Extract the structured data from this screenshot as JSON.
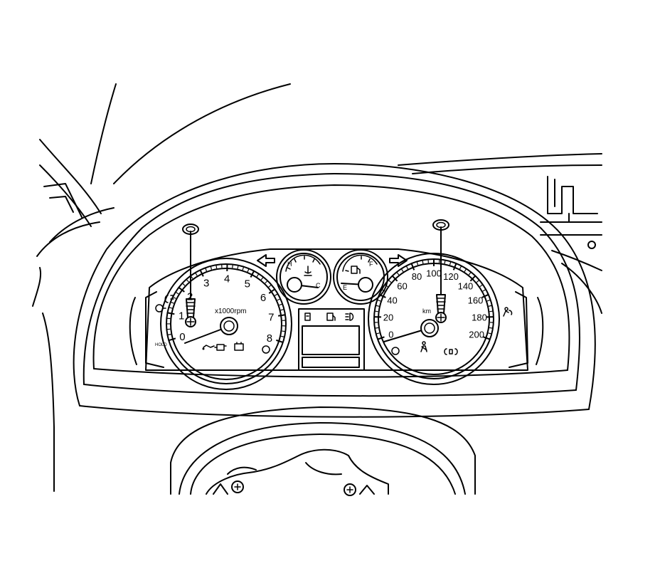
{
  "tachometer": {
    "unit": "x1000rpm",
    "ticks": [
      "0",
      "1",
      "2",
      "3",
      "4",
      "5",
      "6",
      "7",
      "8"
    ],
    "side_label": "HOLD"
  },
  "speedometer": {
    "unit": "km",
    "ticks": [
      "0",
      "20",
      "40",
      "60",
      "80",
      "100",
      "120",
      "140",
      "160",
      "180",
      "200"
    ]
  },
  "temperature_gauge": {
    "labels": [
      "H",
      "C"
    ]
  },
  "fuel_gauge": {
    "labels": [
      "E",
      "F"
    ]
  },
  "icons": [
    "left-turn-signal-icon",
    "right-turn-signal-icon",
    "coolant-temperature-icon",
    "fuel-pump-icon",
    "oil-pressure-icon",
    "check-engine-icon",
    "battery-icon",
    "fog-light-icon",
    "low-fuel-icon",
    "high-beam-icon",
    "seatbelt-icon",
    "brake-warning-icon",
    "airbag-icon",
    "light-indicator-icon"
  ]
}
